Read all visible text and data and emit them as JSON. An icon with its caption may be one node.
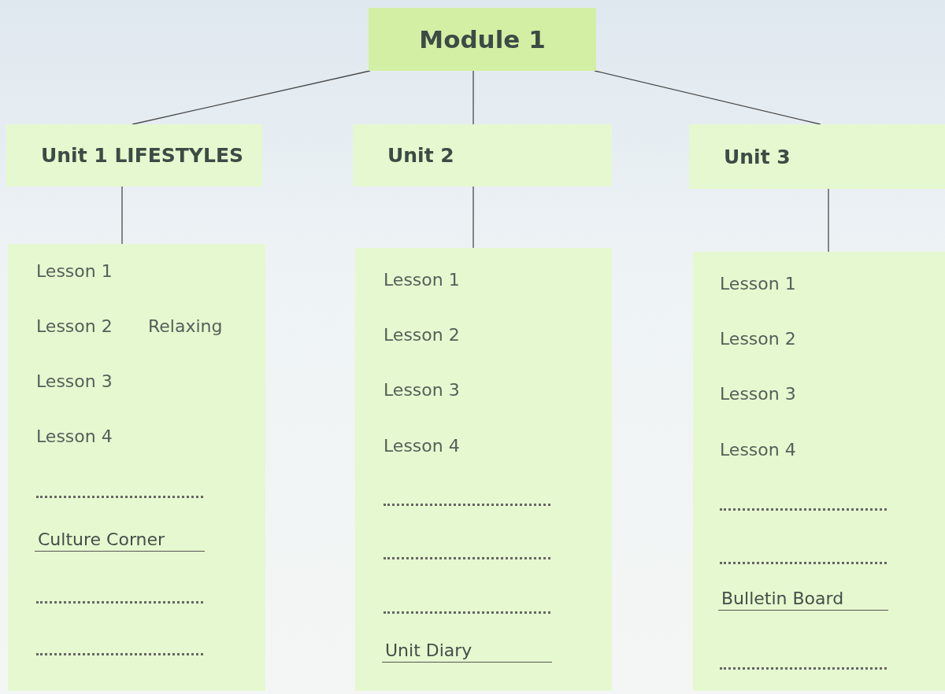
{
  "diagram": {
    "nodes": [
      {
        "text": [
          "Module 1"
        ]
      },
      {
        "text": [
          "Unit 1 LIFESTYLES"
        ]
      },
      {
        "text": [
          "Unit 2"
        ]
      },
      {
        "text": [
          "Unit 3"
        ]
      },
      {
        "text": [
          "Lesson 1",
          "Lesson 2",
          "Relaxing",
          "Lesson 3",
          "Lesson 4",
          "Culture Corner"
        ]
      },
      {
        "text": [
          "Lesson 1",
          "Lesson 2",
          "Lesson 3",
          "Lesson 4",
          "Unit Diary"
        ]
      },
      {
        "text": [
          "Lesson 1",
          "Lesson 2",
          "Lesson 3",
          "Lesson 4",
          "Bulletin Board"
        ]
      }
    ],
    "edges": [
      {
        "from": 0,
        "to": 1,
        "arrow": "none"
      },
      {
        "from": 0,
        "to": 2,
        "arrow": "none"
      },
      {
        "from": 0,
        "to": 3,
        "arrow": "none"
      },
      {
        "from": 1,
        "to": 4,
        "arrow": "none"
      },
      {
        "from": 2,
        "to": 5,
        "arrow": "none"
      },
      {
        "from": 3,
        "to": 6,
        "arrow": "none"
      }
    ]
  }
}
